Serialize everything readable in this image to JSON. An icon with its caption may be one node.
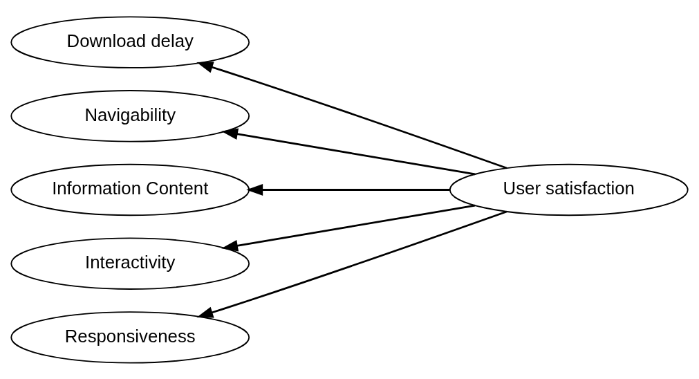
{
  "diagram": {
    "nodes": [
      {
        "text": [
          "Download delay"
        ]
      },
      {
        "text": [
          "Navigability"
        ]
      },
      {
        "text": [
          "Information Content"
        ]
      },
      {
        "text": [
          "Interactivity"
        ]
      },
      {
        "text": [
          "Responsiveness"
        ]
      },
      {
        "text": [
          "User satisfaction"
        ]
      }
    ],
    "edges": [
      {
        "from": 5,
        "to": 0,
        "arrow": "to"
      },
      {
        "from": 5,
        "to": 1,
        "arrow": "to"
      },
      {
        "from": 5,
        "to": 2,
        "arrow": "to"
      },
      {
        "from": 5,
        "to": 3,
        "arrow": "to"
      },
      {
        "from": 5,
        "to": 4,
        "arrow": "to"
      }
    ]
  }
}
